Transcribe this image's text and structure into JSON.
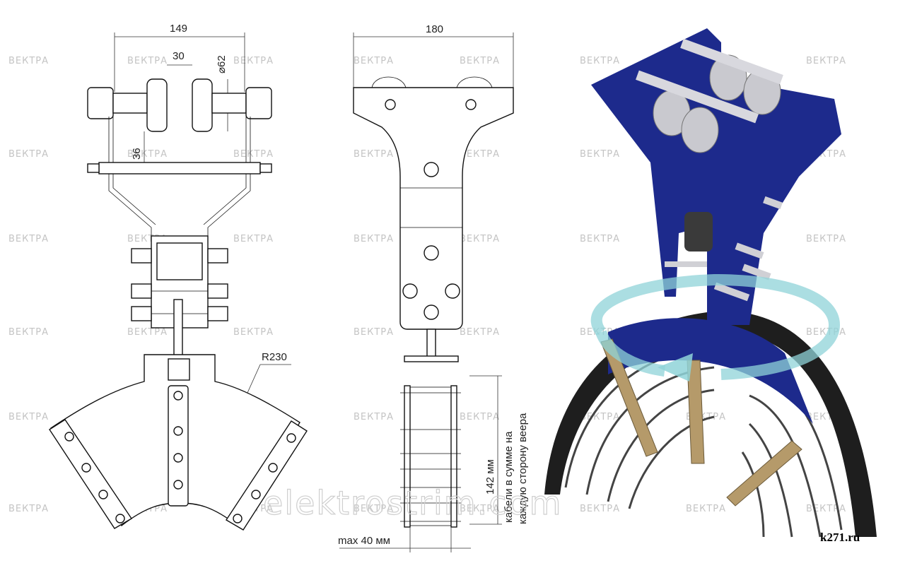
{
  "watermark": "ВЕКТРА",
  "site_watermark": "elektrostrim.com",
  "corner_credit": "k271.ru",
  "dimensions": {
    "width_149": "149",
    "gap_30": "30",
    "diam_62": "⌀62",
    "d_36": "36",
    "radius": "R230",
    "width_180": "180",
    "height_142": "142 мм",
    "max_40": "max 40 мм",
    "note_line1": "кабели в сумме на",
    "note_line2": "каждую сторону веера"
  },
  "colors": {
    "drawing_line": "#111111",
    "bracket_blue": "#1d2a8c",
    "roller_silver": "#c9c9cf",
    "cable_black": "#1e1e1e",
    "arrow_cyan": "#8fd3d8",
    "plate_tan": "#b59a6a"
  }
}
